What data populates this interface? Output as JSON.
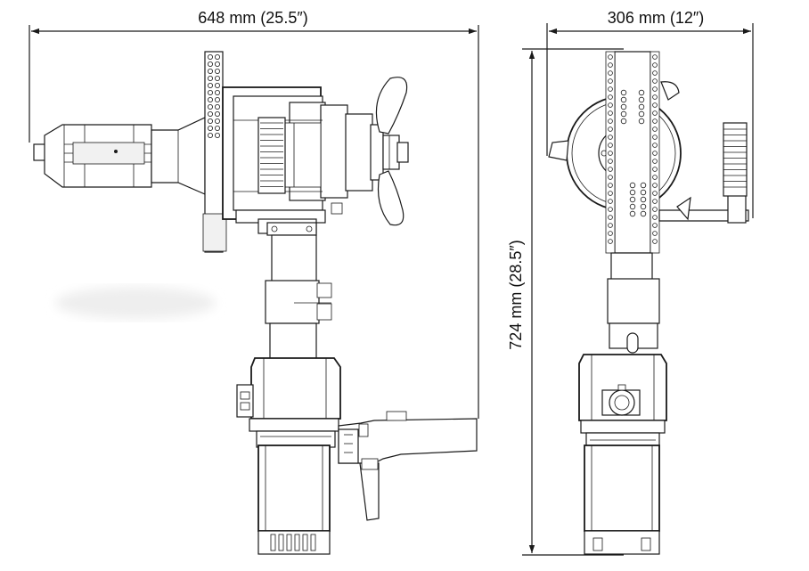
{
  "dimensions": {
    "width_side": "648 mm (25.5″)",
    "width_front": "306 mm (12″)",
    "height": "724 mm (28.5″)"
  },
  "colors": {
    "line": "#1a1a1a",
    "background": "#ffffff"
  }
}
